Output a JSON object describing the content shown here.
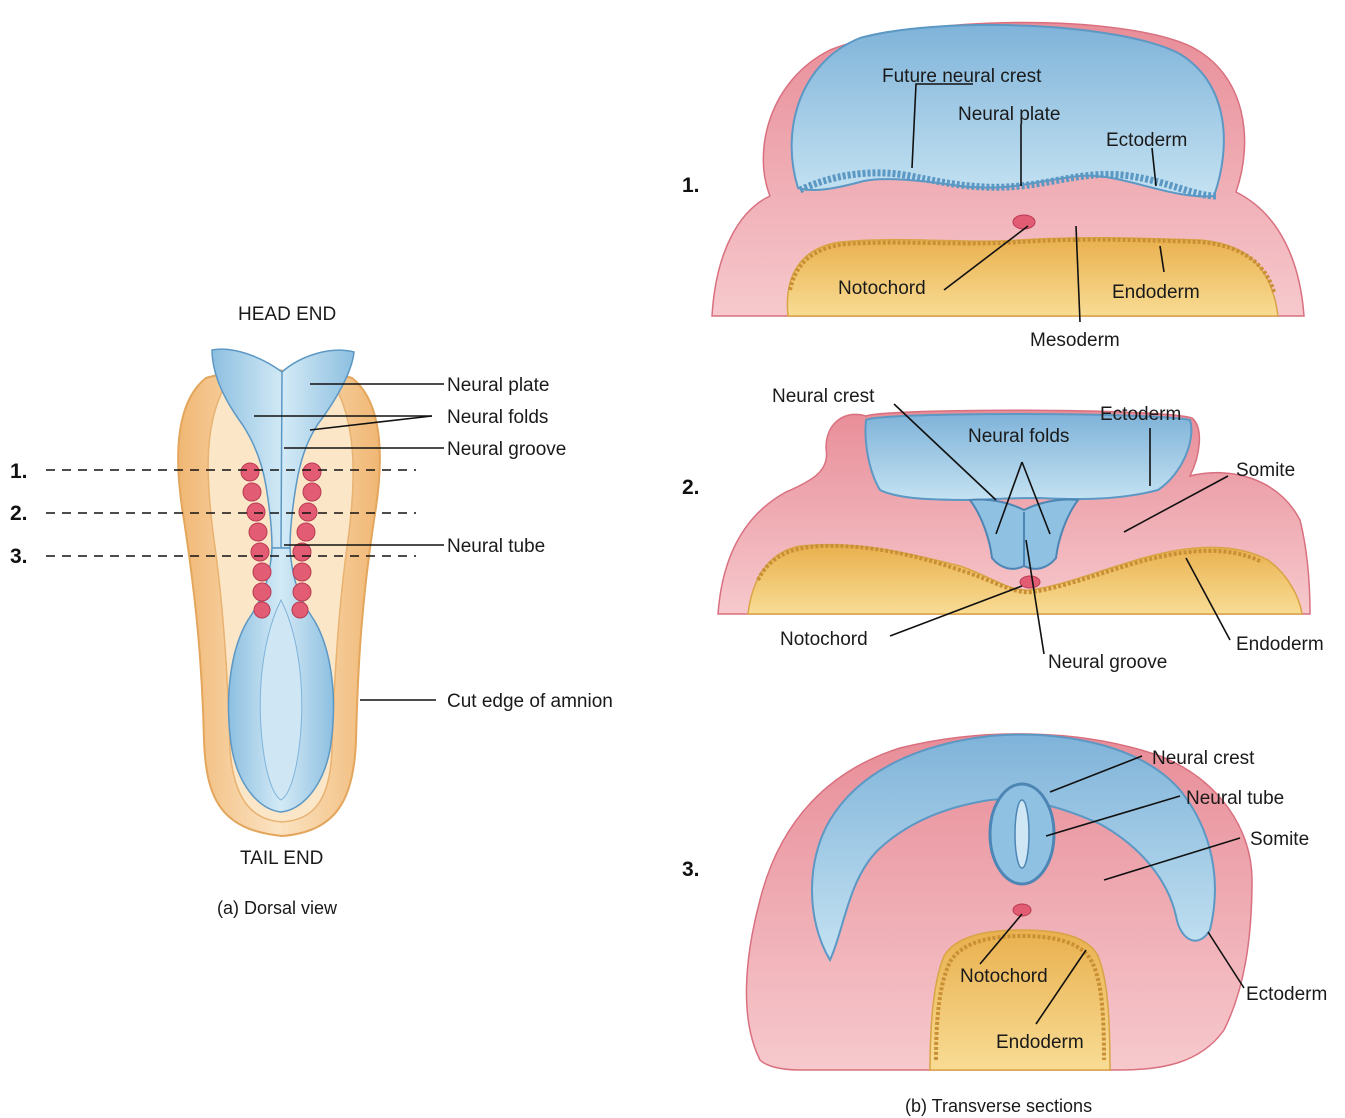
{
  "dorsal": {
    "head_end": "HEAD END",
    "tail_end": "TAIL END",
    "caption": "(a) Dorsal view",
    "markers": [
      "1.",
      "2.",
      "3."
    ],
    "labels": {
      "neural_plate": "Neural plate",
      "neural_folds": "Neural folds",
      "neural_groove": "Neural groove",
      "neural_tube": "Neural tube",
      "cut_edge": "Cut edge of amnion"
    }
  },
  "transverse": {
    "caption": "(b) Transverse sections",
    "section1": {
      "number": "1.",
      "future_neural_crest": "Future neural crest",
      "neural_plate": "Neural plate",
      "ectoderm": "Ectoderm",
      "notochord": "Notochord",
      "endoderm": "Endoderm",
      "mesoderm": "Mesoderm"
    },
    "section2": {
      "number": "2.",
      "neural_crest": "Neural crest",
      "neural_folds": "Neural folds",
      "ectoderm": "Ectoderm",
      "somite": "Somite",
      "notochord": "Notochord",
      "neural_groove": "Neural groove",
      "endoderm": "Endoderm"
    },
    "section3": {
      "number": "3.",
      "neural_crest": "Neural crest",
      "neural_tube": "Neural tube",
      "somite": "Somite",
      "notochord": "Notochord",
      "endoderm": "Endoderm",
      "ectoderm": "Ectoderm"
    }
  },
  "colors": {
    "ectoderm_blue": "#a9d3ea",
    "ectoderm_dark": "#5c98c4",
    "mesoderm_pink": "#f2b6bd",
    "mesoderm_dark": "#e0808c",
    "endoderm_yellow": "#f2c468",
    "amnion_orange": "#f5cf9a",
    "somite_red": "#e25d73"
  }
}
